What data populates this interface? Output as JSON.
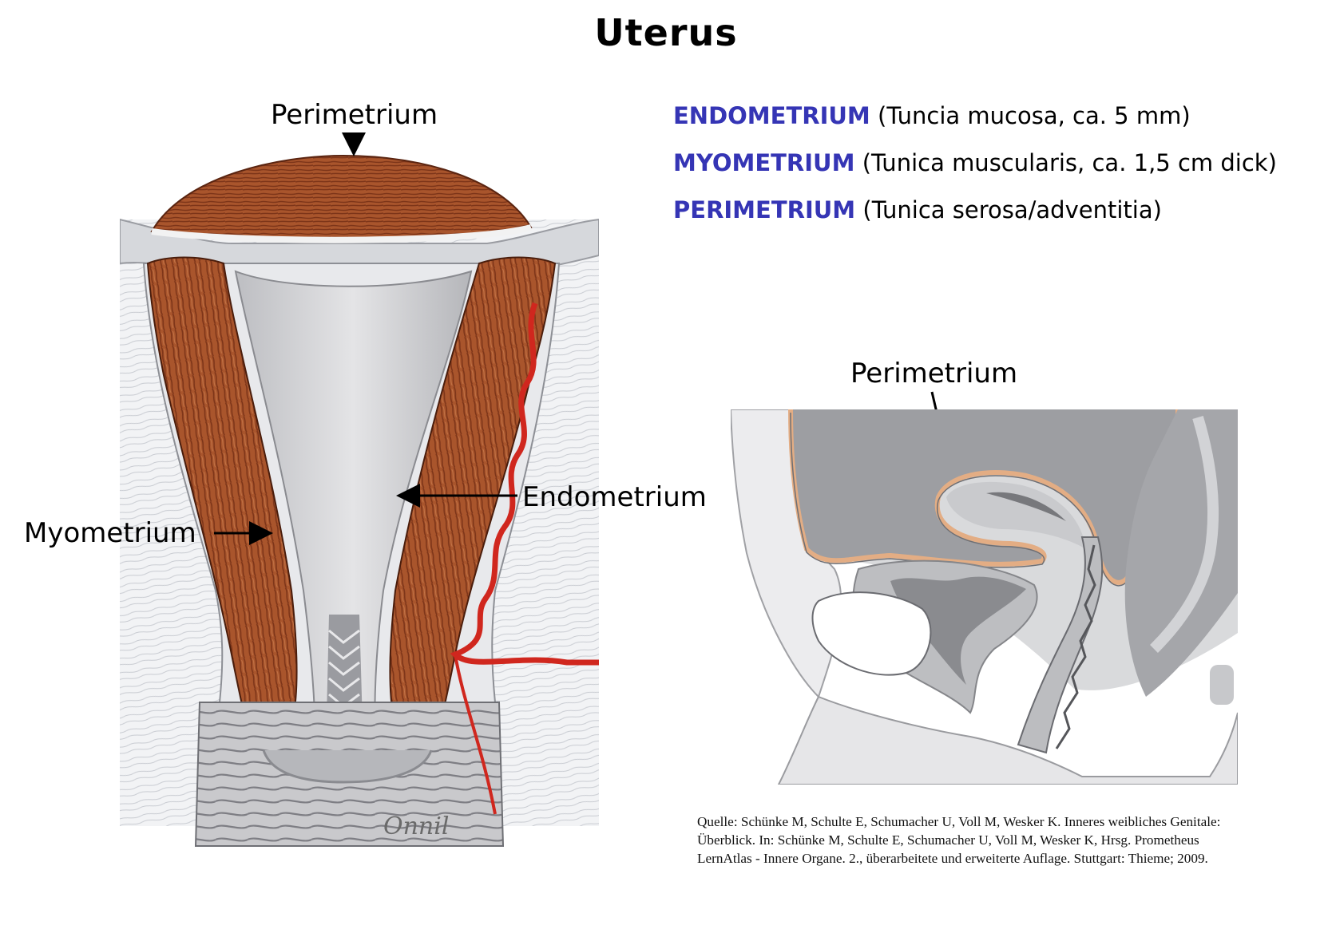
{
  "title": "Uterus",
  "layers": [
    {
      "term": "ENDOMETRIUM",
      "desc": "(Tuncia mucosa, ca. 5 mm)"
    },
    {
      "term": "MYOMETRIUM",
      "desc": "(Tunica muscularis, ca. 1,5 cm dick)"
    },
    {
      "term": "PERIMETRIUM",
      "desc": "(Tunica serosa/adventitia)"
    }
  ],
  "figure_left": {
    "label_perimetrium": "Perimetrium",
    "label_endometrium": "Endometrium",
    "label_myometrium": "Myometrium",
    "signature": "Onnil"
  },
  "figure_right": {
    "label_perimetrium": "Perimetrium"
  },
  "source_lines": [
    "Quelle: Schünke M, Schulte E, Schumacher U, Voll M, Wesker K. Inneres weibliches Genitale:",
    "Überblick. In: Schünke M, Schulte E, Schumacher U, Voll M, Wesker K, Hrsg. Prometheus",
    "LernAtlas - Innere Organe. 2., überarbeitete und erweiterte Auflage. Stuttgart: Thieme; 2009."
  ],
  "colors": {
    "term": "#3535b5",
    "muscle": "#a9552c",
    "muscle_dark": "#6e2a12",
    "artery": "#d0271e",
    "serosa": "#e3ad84"
  }
}
